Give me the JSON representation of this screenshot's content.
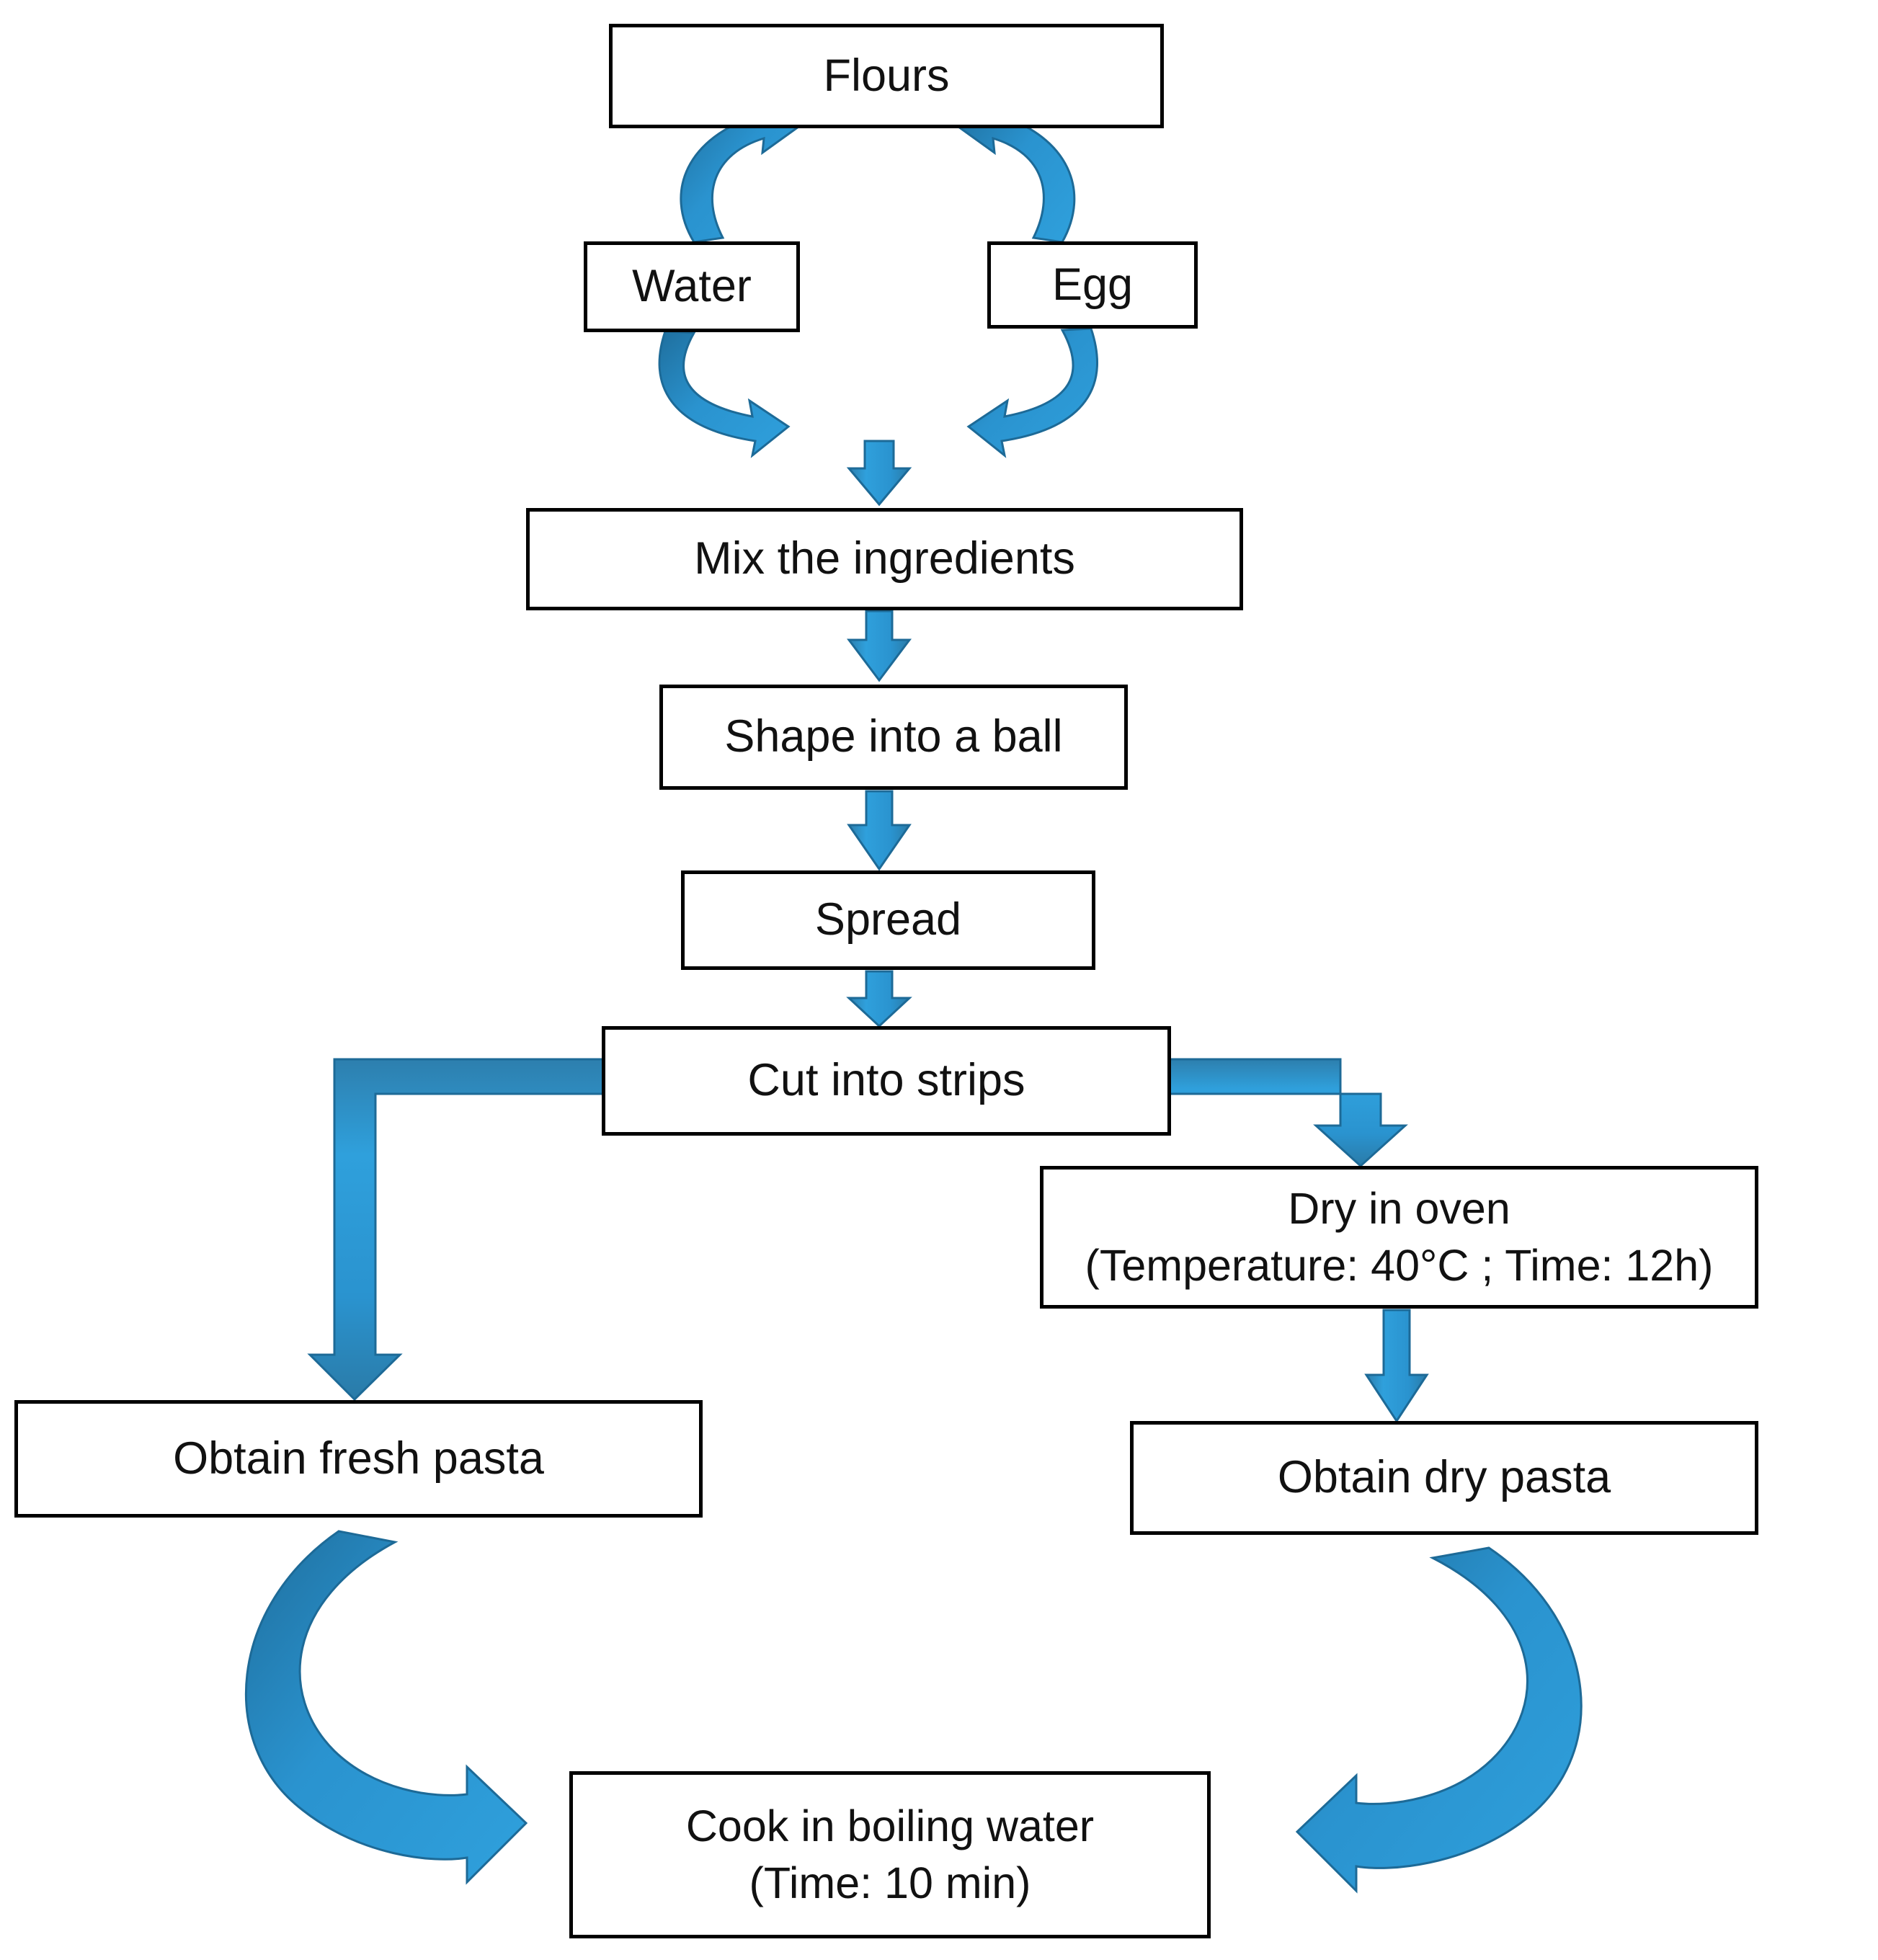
{
  "diagram": {
    "title": "Pasta production process flowchart",
    "accent_color": "#2E9BD6",
    "accent_dark": "#1F6F9E",
    "box_border_color": "#000000",
    "text_color": "#111111",
    "background": "#ffffff"
  },
  "nodes": {
    "flours": {
      "label": "Flours"
    },
    "water": {
      "label": "Water"
    },
    "egg": {
      "label": "Egg"
    },
    "mix": {
      "label": "Mix the ingredients"
    },
    "shape": {
      "label": "Shape into a ball"
    },
    "spread": {
      "label": "Spread"
    },
    "cut": {
      "label": "Cut into strips"
    },
    "dry_oven": {
      "line1": "Dry in oven",
      "line2": "(Temperature: 40°C ; Time: 12h)"
    },
    "fresh_pasta": {
      "label": "Obtain fresh pasta"
    },
    "dry_pasta": {
      "label": "Obtain dry pasta"
    },
    "cook": {
      "line1": "Cook in boiling water",
      "line2": "(Time: 10 min)"
    }
  },
  "edges": [
    {
      "from": "water",
      "to": "flours",
      "style": "curved-up"
    },
    {
      "from": "egg",
      "to": "flours",
      "style": "curved-up"
    },
    {
      "from": "water",
      "to": "mix",
      "style": "curved-down"
    },
    {
      "from": "egg",
      "to": "mix",
      "style": "curved-down"
    },
    {
      "from": "flours",
      "to": "mix",
      "style": "straight-down"
    },
    {
      "from": "mix",
      "to": "shape",
      "style": "straight-down"
    },
    {
      "from": "shape",
      "to": "spread",
      "style": "straight-down"
    },
    {
      "from": "spread",
      "to": "cut",
      "style": "straight-down"
    },
    {
      "from": "cut",
      "to": "fresh_pasta",
      "style": "elbow-left"
    },
    {
      "from": "cut",
      "to": "dry_oven",
      "style": "elbow-right"
    },
    {
      "from": "dry_oven",
      "to": "dry_pasta",
      "style": "straight-down"
    },
    {
      "from": "fresh_pasta",
      "to": "cook",
      "style": "big-curve-right"
    },
    {
      "from": "dry_pasta",
      "to": "cook",
      "style": "big-curve-left"
    }
  ]
}
